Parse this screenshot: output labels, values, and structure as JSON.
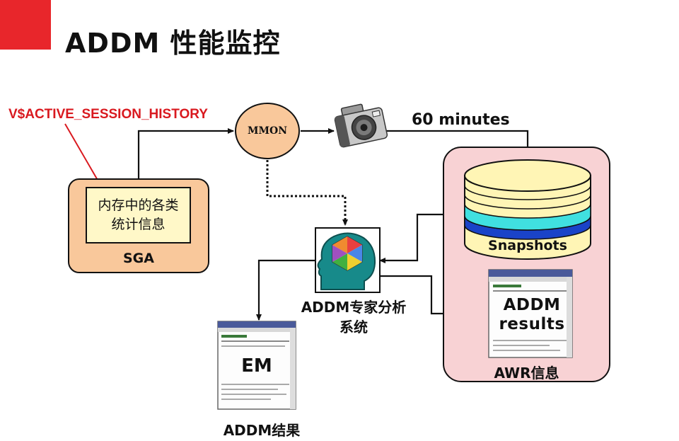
{
  "slide": {
    "title": "ADDM 性能监控",
    "accent_color": "#e8262b"
  },
  "diagram": {
    "vash_label": "V$ACTIVE_SESSION_HISTORY",
    "sga": {
      "inner_text": "内存中的各类统计信息",
      "label": "SGA",
      "fill_color": "#f9c89b"
    },
    "mmon": {
      "label": "MMON"
    },
    "camera": {
      "icon": "camera-icon"
    },
    "interval_label": "60 minutes",
    "awr": {
      "label": "AWR信息",
      "fill_color": "#f8d2d4",
      "snapshots_label": "Snapshots",
      "addm_results_label": "ADDM results"
    },
    "addm_engine": {
      "label": "ADDM专家分析系统",
      "icon": "brain-icon"
    },
    "em": {
      "label": "EM",
      "caption": "ADDM结果"
    },
    "colors": {
      "arrow_red": "#d9191f",
      "disk_yellow": "#fff5b5",
      "disk_cyan": "#40e0e0",
      "disk_blue": "#1a43c8"
    }
  }
}
